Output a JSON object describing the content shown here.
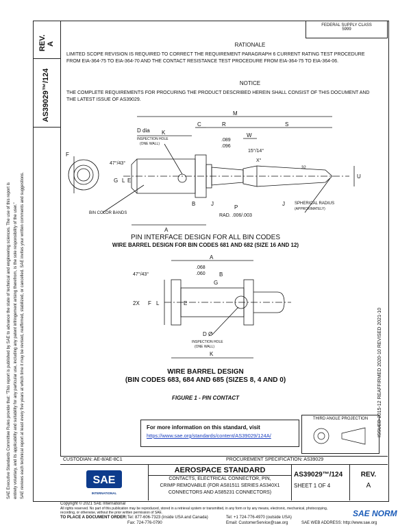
{
  "header": {
    "stamp_line1": "FEDERAL SUPPLY CLASS",
    "stamp_line2": "5999",
    "rev_label": "REV.",
    "rev_value": "A",
    "doc_number": "AS39029™/124"
  },
  "side_note": {
    "line1": "SAE Executive Standards Committee Rules provide that: \"This report is published by SAE to advance the state of technical and engineering sciences. The use of this report is",
    "line2": "entirely voluntary, and its applicability and suitability for any particular use, including any patent infringement arising therefrom, is the sole responsibility of the user.\"",
    "line3": "SAE reviews each technical report at least every five years at which time it may be revised, reaffirmed, stabilized, or cancelled. SAE invites your written comments and suggestions."
  },
  "rationale": {
    "heading": "RATIONALE",
    "body": "LIMITED SCOPE REVISION IS REQUIRED TO CORRECT THE REQUIREMENT PARAGRAPH 6 CURRENT RATING TEST PROCEDURE FROM EIA-364-75 TO EIA-364-70 AND THE CONTACT RESISTANCE TEST PROCEDURE FROM EIA-364-75 TO EIA-364-06."
  },
  "notice": {
    "heading": "NOTICE",
    "body": "THE COMPLETE REQUIREMENTS FOR PROCURING THE PRODUCT DESCRIBED HEREIN SHALL CONSIST OF THIS DOCUMENT AND THE LATEST ISSUE OF AS39029."
  },
  "pin_drawing": {
    "dims": [
      "M",
      "K",
      "C",
      "R",
      "S",
      "W",
      "D dia",
      "INSPECTION HOLE",
      "(ONE WALL)",
      ".089",
      ".096",
      "15°/14°",
      "X°",
      "47°/43°",
      "F",
      "G",
      "L",
      "E",
      "B",
      "J",
      "P",
      "J",
      "U",
      "32",
      "SPHERICAL RADIUS",
      "(APPROXIMATELY)",
      "RAD. .006/.003",
      "BIN COLOR BANDS",
      "A"
    ],
    "caption1": "PIN INTERFACE DESIGN FOR ALL BIN CODES",
    "caption2": "WIRE BARREL DESIGN FOR BIN CODES 681 AND 682 (SIZE 16 AND 12)"
  },
  "barrel_drawing": {
    "dims": [
      "A",
      ".068",
      ".060",
      "47°/43°",
      "B",
      "G",
      "2X",
      "F",
      "L",
      "E",
      "D Ø",
      "INSPECTION HOLE",
      "(ONE WALL)",
      "K"
    ],
    "caption1": "WIRE BARREL DESIGN",
    "caption2": "(BIN CODES 683, 684 AND 685 (SIZES 8, 4 AND 0)",
    "figure": "FIGURE 1 - PIN CONTACT"
  },
  "revision_history": "ISSUED 2015-12     REAFFIRMED 2020-10     REVISED 2021-10",
  "projection_label": "THIRD ANGLE PROJECTION",
  "info_box": {
    "line1": "For more information on this standard, visit",
    "url": "https://www.sae.org/standards/content/AS39029/124A/"
  },
  "title_block": {
    "custodian": "CUSTODIAN: AE-8/AE-8C1",
    "procurement": "PROCUREMENT SPECIFICATION: AS39029",
    "logo": "SAE",
    "logo_sub": "INTERNATIONAL",
    "std_title": "AEROSPACE STANDARD",
    "desc1": "CONTACTS, ELECTRICAL CONNECTOR, PIN,",
    "desc2": "CRIMP REMOVABLE (FOR AS81511 SERIES AS340X1",
    "desc3": "CONNECTORS AND AS85231 CONNECTORS)",
    "doc_number": "AS39029™/124",
    "sheet": "SHEET 1 OF 4",
    "rev_label": "REV.",
    "rev_value": "A"
  },
  "footer": {
    "copyright": "Copyright © 2021 SAE International",
    "rights": "All rights reserved. No part of this publication may be reproduced, stored in a retrieval system or transmitted, in any form or by any means, electronic, mechanical, photocopying,",
    "rights2": "recording, or otherwise, without the prior written permission of SAE.",
    "order_label": "TO PLACE A DOCUMENT ORDER:",
    "tel1": "Tel: 877-606-7323 (inside USA and Canada)",
    "tel2": "Tel: +1 724-776-4970 (outside USA)",
    "fax": "Fax: 724-776-0790",
    "email": "Email: CustomerService@sae.org",
    "web": "SAE WEB ADDRESS:  http://www.sae.org",
    "watermark": "SAE NORM"
  }
}
